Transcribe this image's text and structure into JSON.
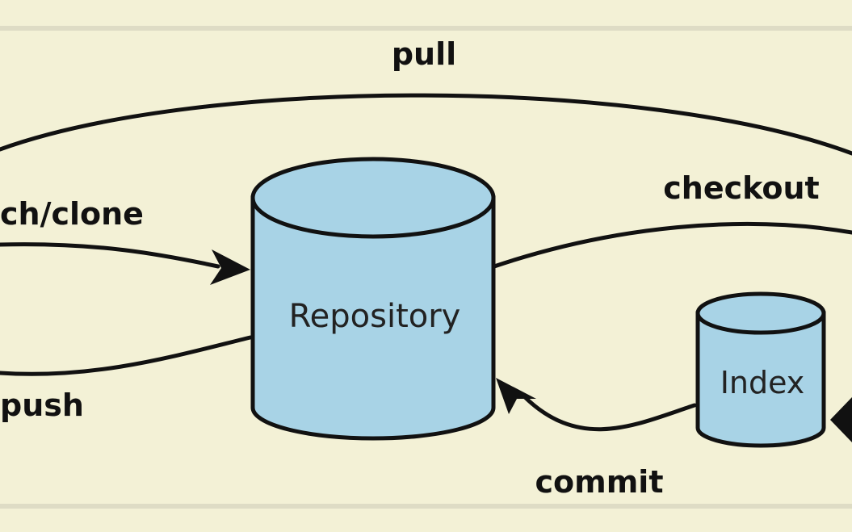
{
  "labels": {
    "pull": "pull",
    "fetch_clone": "ch/clone",
    "push": "push",
    "checkout": "checkout",
    "commit": "commit"
  },
  "nodes": {
    "repository": "Repository",
    "index": "Index"
  },
  "colors": {
    "background": "#f3f1d6",
    "cylinder_fill": "#a8d3e6",
    "frame_line": "#dedcc5",
    "ink": "#111111"
  }
}
